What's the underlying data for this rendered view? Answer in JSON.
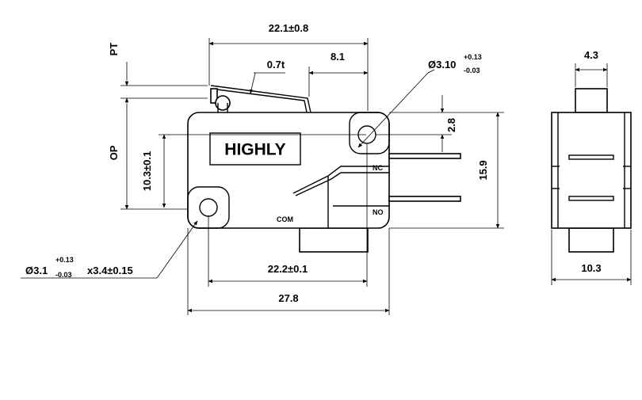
{
  "diagram": {
    "brand": "HIGHLY",
    "terminals": {
      "nc": "NC",
      "no": "NO",
      "com": "COM"
    },
    "labels": {
      "pt": "PT",
      "op": "OP"
    },
    "dimensions": {
      "overall_top": "22.1±0.8",
      "lever_thickness": "0.7t",
      "lever_offset": "8.1",
      "hole_right_main": "Ø3.10",
      "hole_right_plus": "+0.13",
      "hole_right_minus": "-0.03",
      "hole_offset": "2.8",
      "height": "15.9",
      "hole_spacing_v": "10.3±0.1",
      "hole_left_main": "Ø3.1",
      "hole_left_plus": "+0.13",
      "hole_left_minus": "-0.03",
      "hole_left_suffix": "x3.4±0.15",
      "hole_spacing_h": "22.2±0.1",
      "overall_length": "27.8",
      "side_top_width": "4.3",
      "side_width": "10.3"
    }
  }
}
